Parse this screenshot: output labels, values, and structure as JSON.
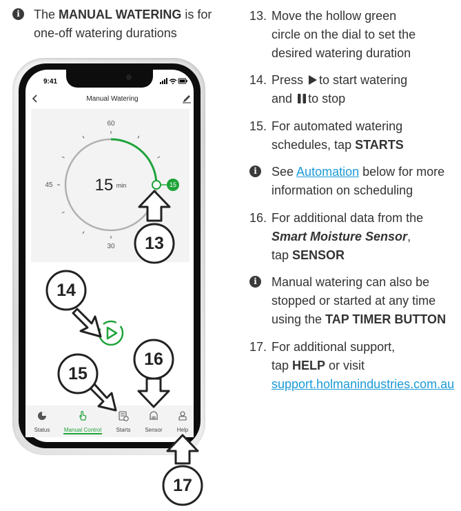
{
  "intro": {
    "prefix": "The ",
    "bold": "MANUAL WATERING",
    "line1_suffix": " is for",
    "line2": "one-off watering durations"
  },
  "phone": {
    "status_time": "9:41",
    "header_title": "Manual Watering",
    "dial": {
      "tick_top": "60",
      "tick_left": "45",
      "tick_bottom": "30",
      "value": "15",
      "unit": "min",
      "marker_value": "15",
      "progress_minutes": 15,
      "max_minutes": 60
    },
    "tabs": [
      {
        "label": "Status",
        "icon": "pie-chart-icon"
      },
      {
        "label": "Manual Control",
        "icon": "hand-tap-icon"
      },
      {
        "label": "Starts",
        "icon": "schedule-icon"
      },
      {
        "label": "Sensor",
        "icon": "sensor-icon"
      },
      {
        "label": "Help",
        "icon": "person-icon"
      }
    ],
    "active_tab": "Manual Control"
  },
  "callouts": {
    "c13": "13",
    "c14": "14",
    "c15": "15",
    "c16": "16",
    "c17": "17"
  },
  "steps": {
    "s13": {
      "num": "13.",
      "l1": "Move the hollow green",
      "l2": "circle on the dial to set the",
      "l3": "desired watering duration"
    },
    "s14": {
      "num": "14.",
      "l1a": "Press",
      "l1b": "to start watering",
      "l2a": "and",
      "l2b": "to stop"
    },
    "s15": {
      "num": "15.",
      "l1": "For automated watering",
      "l2a": "schedules, tap ",
      "l2b": "STARTS"
    },
    "info1": {
      "l1a": "See ",
      "link": "Automation",
      "l1b": " below for more",
      "l2": "information on scheduling"
    },
    "s16": {
      "num": "16.",
      "l1": "For additional data from the",
      "l2a": "Smart Moisture Sensor",
      "l2b": ",",
      "l3a": "tap ",
      "l3b": "SENSOR"
    },
    "info2": {
      "l1": "Manual watering can also be",
      "l2": "stopped or started at any time",
      "l3a": "using the ",
      "l3b": "TAP TIMER BUTTON"
    },
    "s17": {
      "num": "17.",
      "l1": "For additional support,",
      "l2a": "tap ",
      "l2b": "HELP",
      "l2c": " or visit",
      "link": "support.holmanindustries.com.au"
    }
  },
  "colors": {
    "accent_green": "#1fa33a",
    "link_blue": "#1a9ad6",
    "dial_grey": "#b0b0b0"
  }
}
